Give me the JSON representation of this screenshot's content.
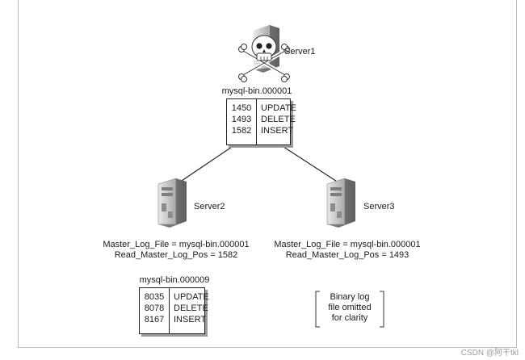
{
  "servers": {
    "server1": {
      "name": "Server1",
      "binlog_name": "mysql-bin.000001",
      "binlog": [
        {
          "pos": "1450",
          "event": "UPDATE"
        },
        {
          "pos": "1493",
          "event": "DELETE"
        },
        {
          "pos": "1582",
          "event": "INSERT"
        }
      ]
    },
    "server2": {
      "name": "Server2",
      "master_log_file": "Master_Log_File = mysql-bin.000001",
      "read_master_log_pos": "Read_Master_Log_Pos = 1582",
      "binlog_name": "mysql-bin.000009",
      "binlog": [
        {
          "pos": "8035",
          "event": "UPDATE"
        },
        {
          "pos": "8078",
          "event": "DELETE"
        },
        {
          "pos": "8167",
          "event": "INSERT"
        }
      ]
    },
    "server3": {
      "name": "Server3",
      "master_log_file": "Master_Log_File = mysql-bin.000001",
      "read_master_log_pos": "Read_Master_Log_Pos = 1493",
      "note_lines": [
        "Binary log",
        "file omitted",
        "for clarity"
      ]
    }
  },
  "icons": {
    "crashed_server": "skull-crossbones-server-icon",
    "server": "server-tower-icon"
  },
  "watermark": "CSDN @阿干tkl"
}
